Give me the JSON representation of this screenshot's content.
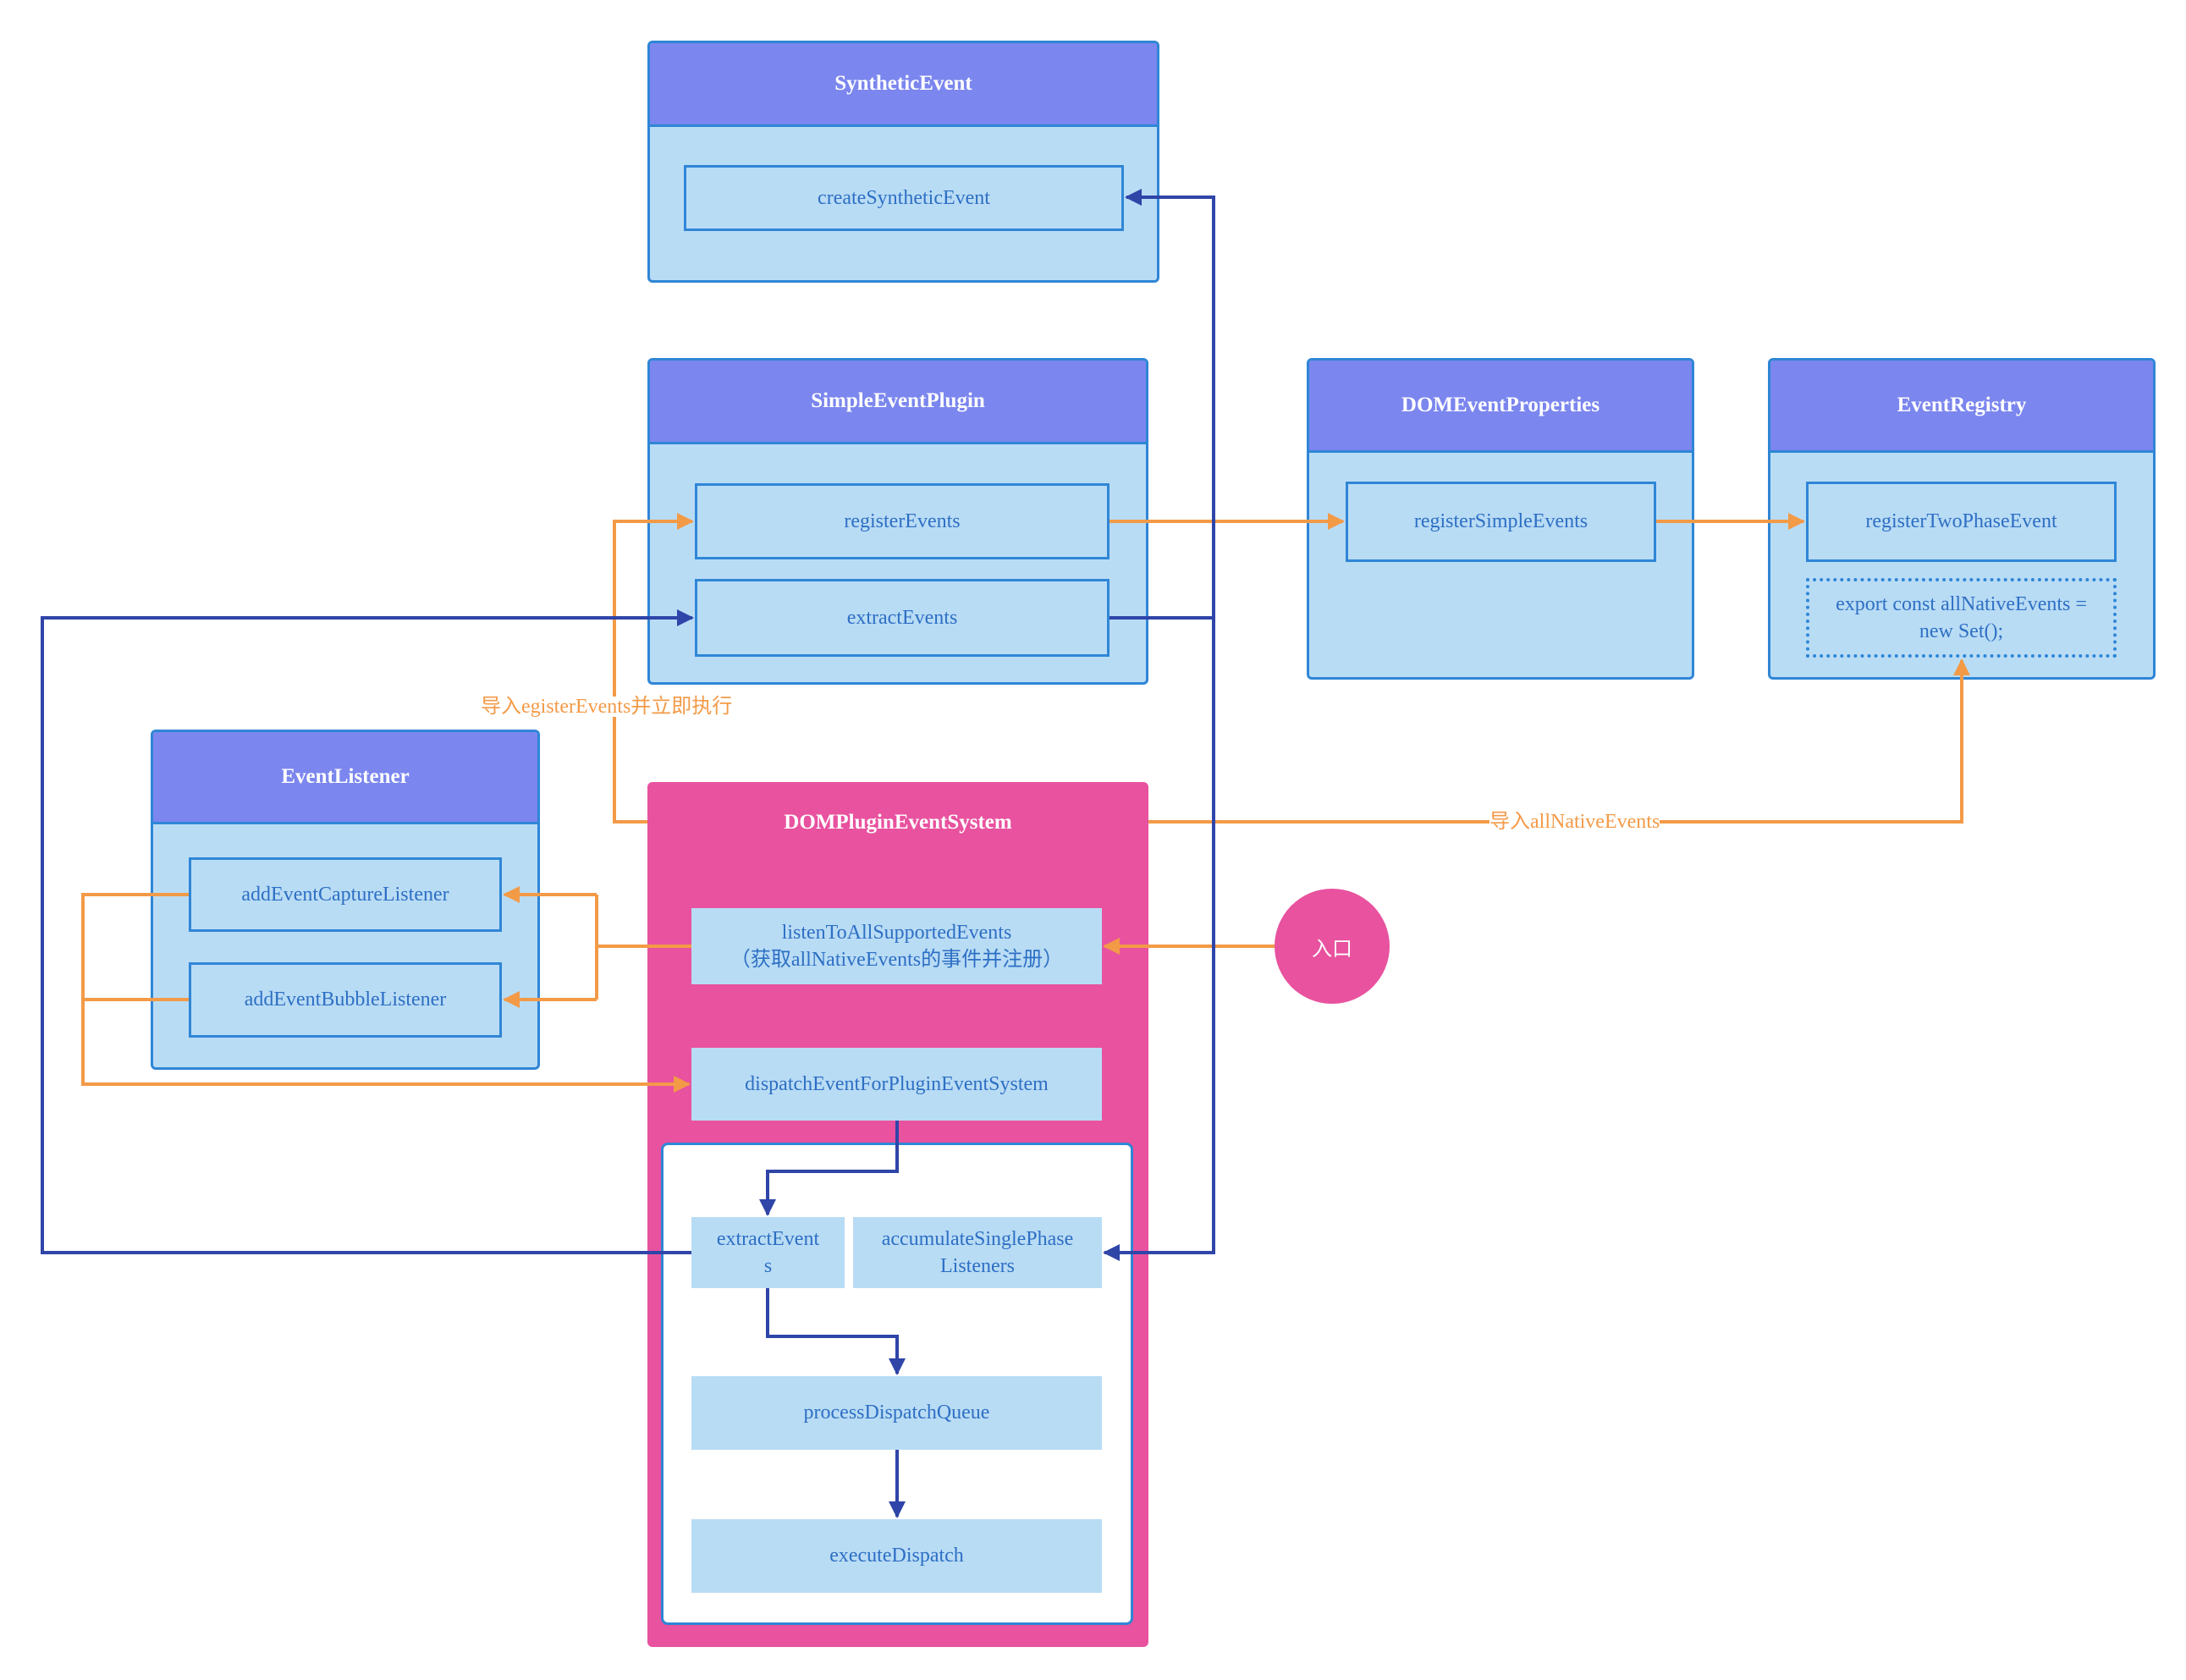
{
  "modules": {
    "synthetic_event": {
      "title": "SyntheticEvent",
      "functions": [
        "createSyntheticEvent"
      ]
    },
    "simple_event_plugin": {
      "title": "SimpleEventPlugin",
      "functions": [
        "registerEvents",
        "extractEvents"
      ]
    },
    "dom_event_properties": {
      "title": "DOMEventProperties",
      "functions": [
        "registerSimpleEvents"
      ]
    },
    "event_registry": {
      "title": "EventRegistry",
      "functions": [
        "registerTwoPhaseEvent"
      ],
      "export_line1": "export const allNativeEvents =",
      "export_line2": "new Set();"
    },
    "event_listener": {
      "title": "EventListener",
      "functions": [
        "addEventCaptureListener",
        "addEventBubbleListener"
      ]
    },
    "dom_plugin_event_system": {
      "title": "DOMPluginEventSystem",
      "listen_line1": "listenToAllSupportedEvents",
      "listen_line2": "（获取allNativeEvents的事件并注册）",
      "dispatch": "dispatchEventForPluginEventSystem",
      "extract_line1": "extractEvent",
      "extract_line2": "s",
      "accumulate_line1": "accumulateSinglePhase",
      "accumulate_line2": "Listeners",
      "process_queue": "processDispatchQueue",
      "execute_dispatch": "executeDispatch"
    }
  },
  "entry": {
    "label": "入口"
  },
  "edge_labels": {
    "import_register": "导入egisterEvents并立即执行",
    "import_native": "导入allNativeEvents"
  },
  "colors": {
    "header": "#7b86ee",
    "panel": "#b9dcf5",
    "border": "#2f86d6",
    "text": "#2d6fc4",
    "pink": "#e8529f",
    "orange_edge": "#f39a47",
    "navy_edge": "#2f45a8"
  }
}
